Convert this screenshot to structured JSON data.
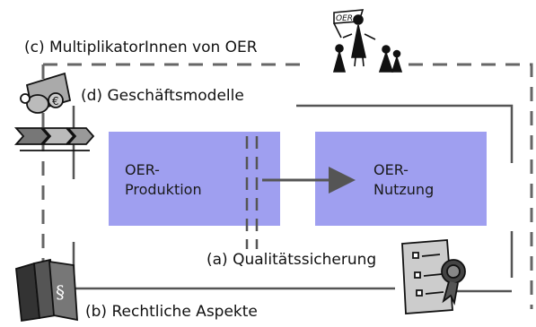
{
  "labels": {
    "c": "(c) MultiplikatorInnen von OER",
    "d": "(d) Geschäftsmodelle",
    "a": "(a) Qualitätssicherung",
    "b": "(b) Rechtliche Aspekte"
  },
  "boxes": {
    "produktion": {
      "line1": "OER-",
      "line2": "Produktion"
    },
    "nutzung": {
      "line1": "OER-",
      "line2": "Nutzung"
    }
  },
  "sketch": {
    "flag_text": "OER"
  },
  "colors": {
    "box_fill": "#9f9ff0",
    "line": "#555555",
    "ink": "#111111"
  },
  "icons": [
    "people-with-flag-icon",
    "business-model-icon",
    "law-books-icon",
    "certificate-icon"
  ]
}
